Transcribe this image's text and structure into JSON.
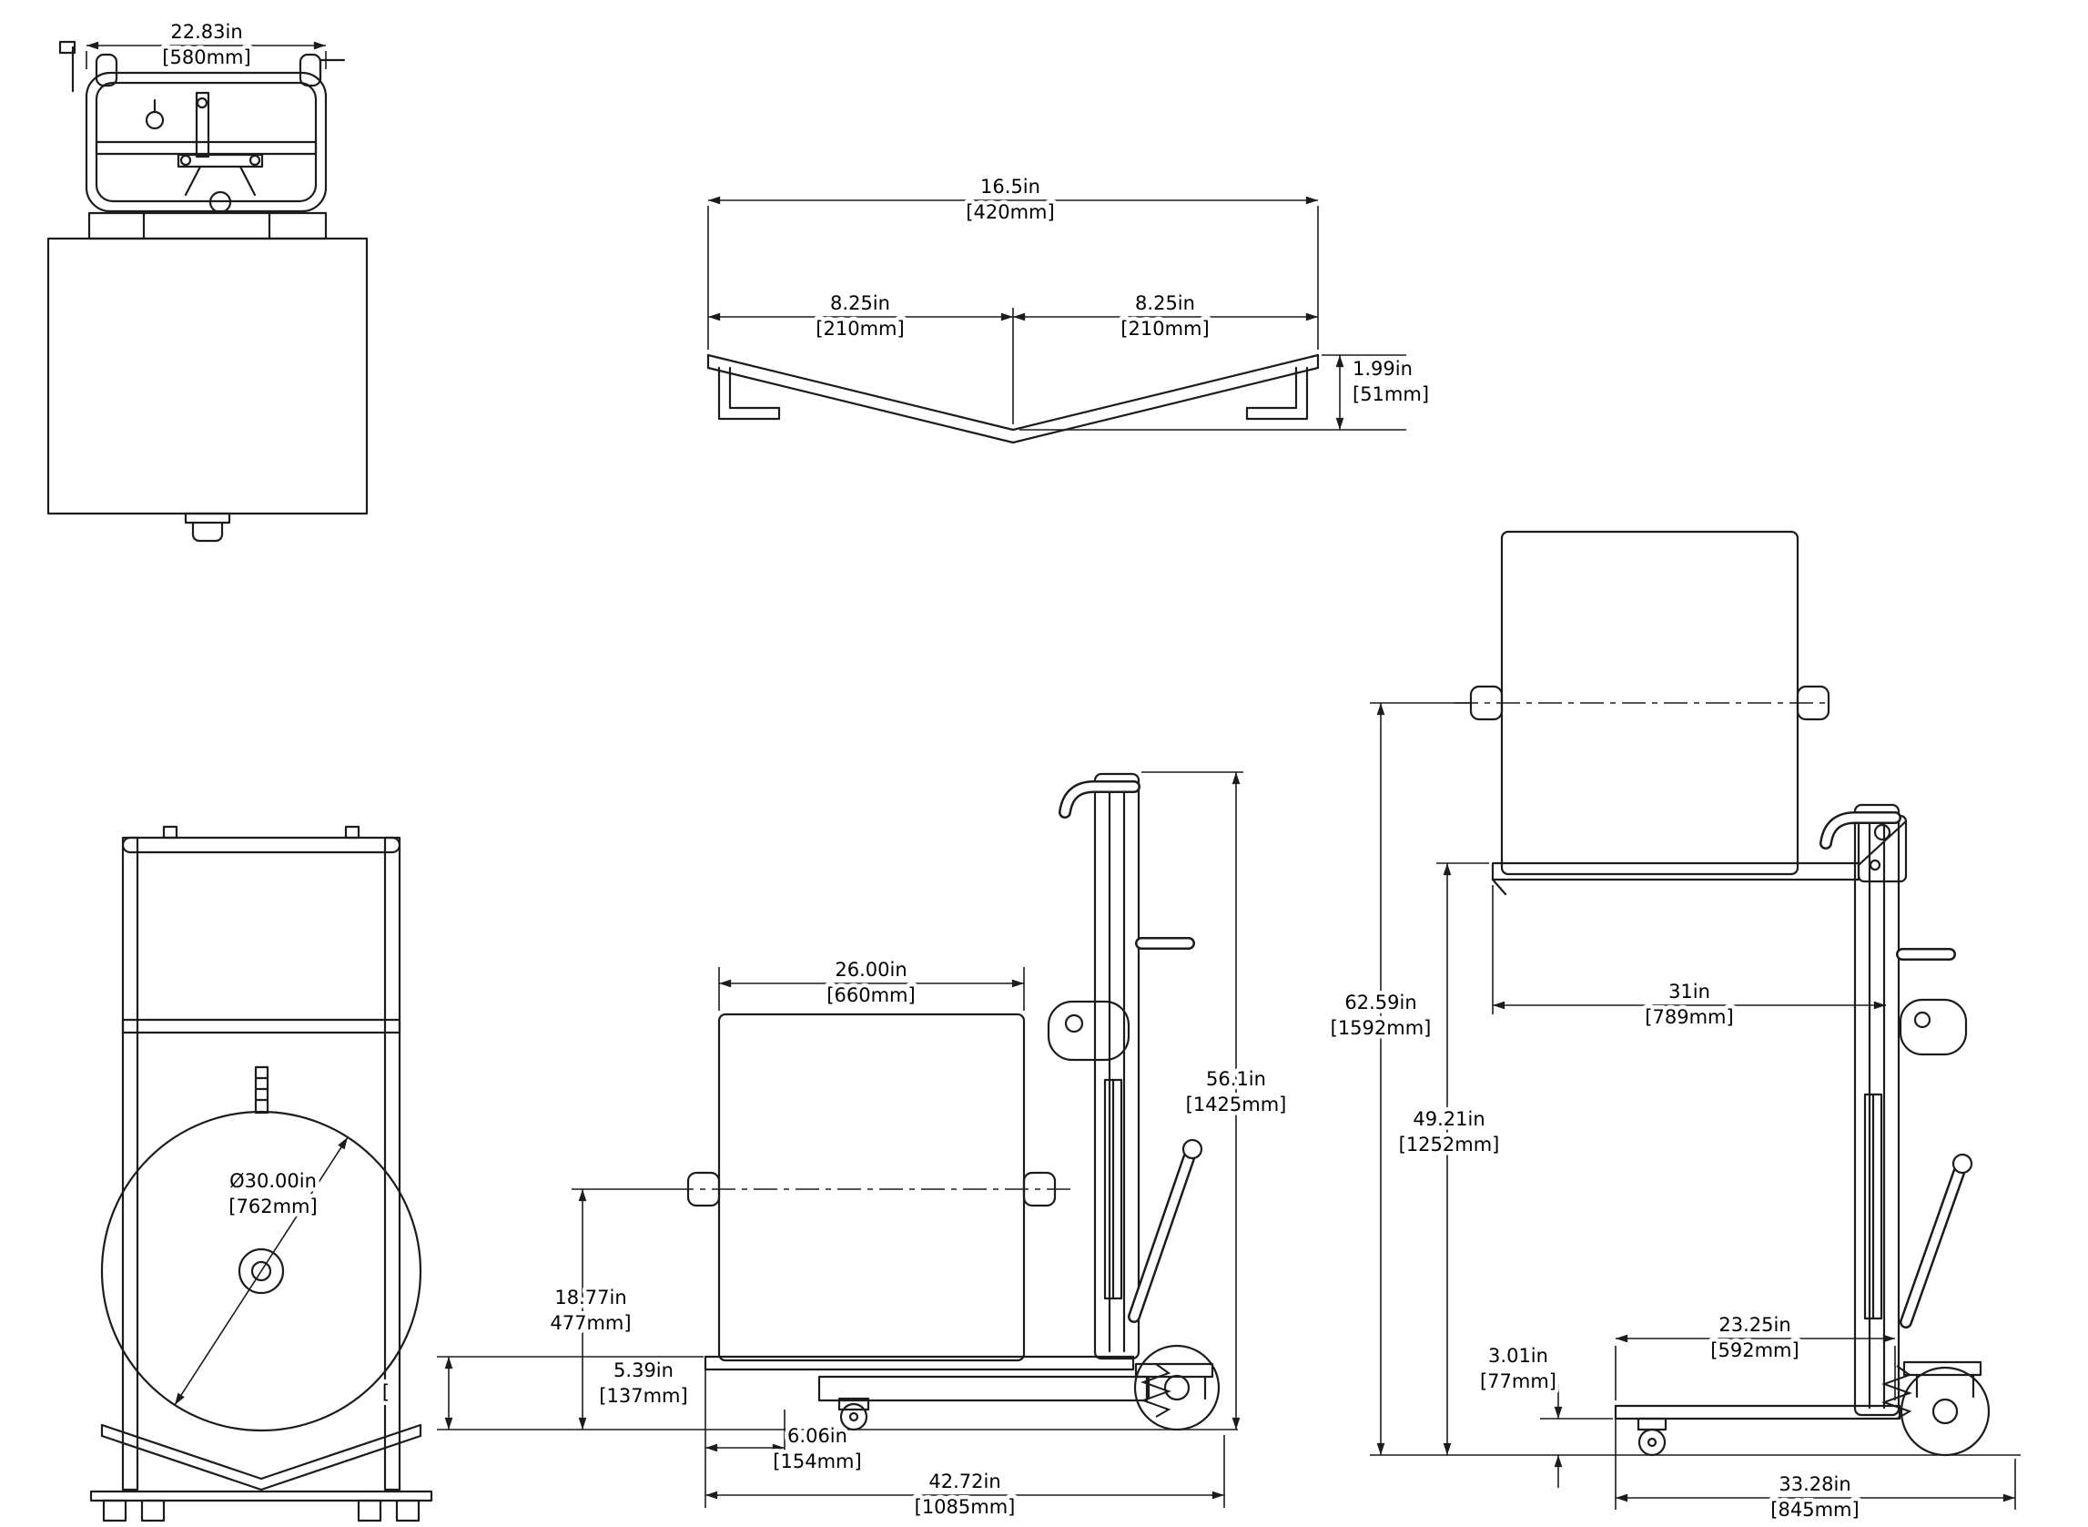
{
  "colors": {
    "line": "#1c1c1c",
    "background": "#ffffff"
  },
  "dims": {
    "top_width": {
      "in": "22.83in",
      "mm": "[580mm]"
    },
    "cradle_width": {
      "in": "16.5in",
      "mm": "[420mm]"
    },
    "cradle_left_half": {
      "in": "8.25in",
      "mm": "[210mm]"
    },
    "cradle_right_half": {
      "in": "8.25in",
      "mm": "[210mm]"
    },
    "cradle_depth": {
      "in": "1.99in",
      "mm": "[51mm]"
    },
    "roll_diameter": {
      "in": "Ø30.00in",
      "mm": "[762mm]"
    },
    "roll_length": {
      "in": "26.00in",
      "mm": "[660mm]"
    },
    "overall_height_lowered": {
      "in": "56.1in",
      "mm": "[1425mm]"
    },
    "axle_height_lowered": {
      "in": "18.77in",
      "mm": "477mm]"
    },
    "stray_bracket": "[",
    "platform_height_lowered": {
      "in": "5.39in",
      "mm": "[137mm]"
    },
    "front_overhang": {
      "in": "6.06in",
      "mm": "[154mm]"
    },
    "overall_length_lowered": {
      "in": "42.72in",
      "mm": "[1085mm]"
    },
    "axle_height_raised": {
      "in": "62.59in",
      "mm": "[1592mm]"
    },
    "platform_height_raised": {
      "in": "49.21in",
      "mm": "[1252mm]"
    },
    "top_width_raised": {
      "in": "31in",
      "mm": "[789mm]"
    },
    "base_length": {
      "in": "23.25in",
      "mm": "[592mm]"
    },
    "ground_clearance": {
      "in": "3.01in",
      "mm": "[77mm]"
    },
    "overall_base_length": {
      "in": "33.28in",
      "mm": "[845mm]"
    }
  }
}
